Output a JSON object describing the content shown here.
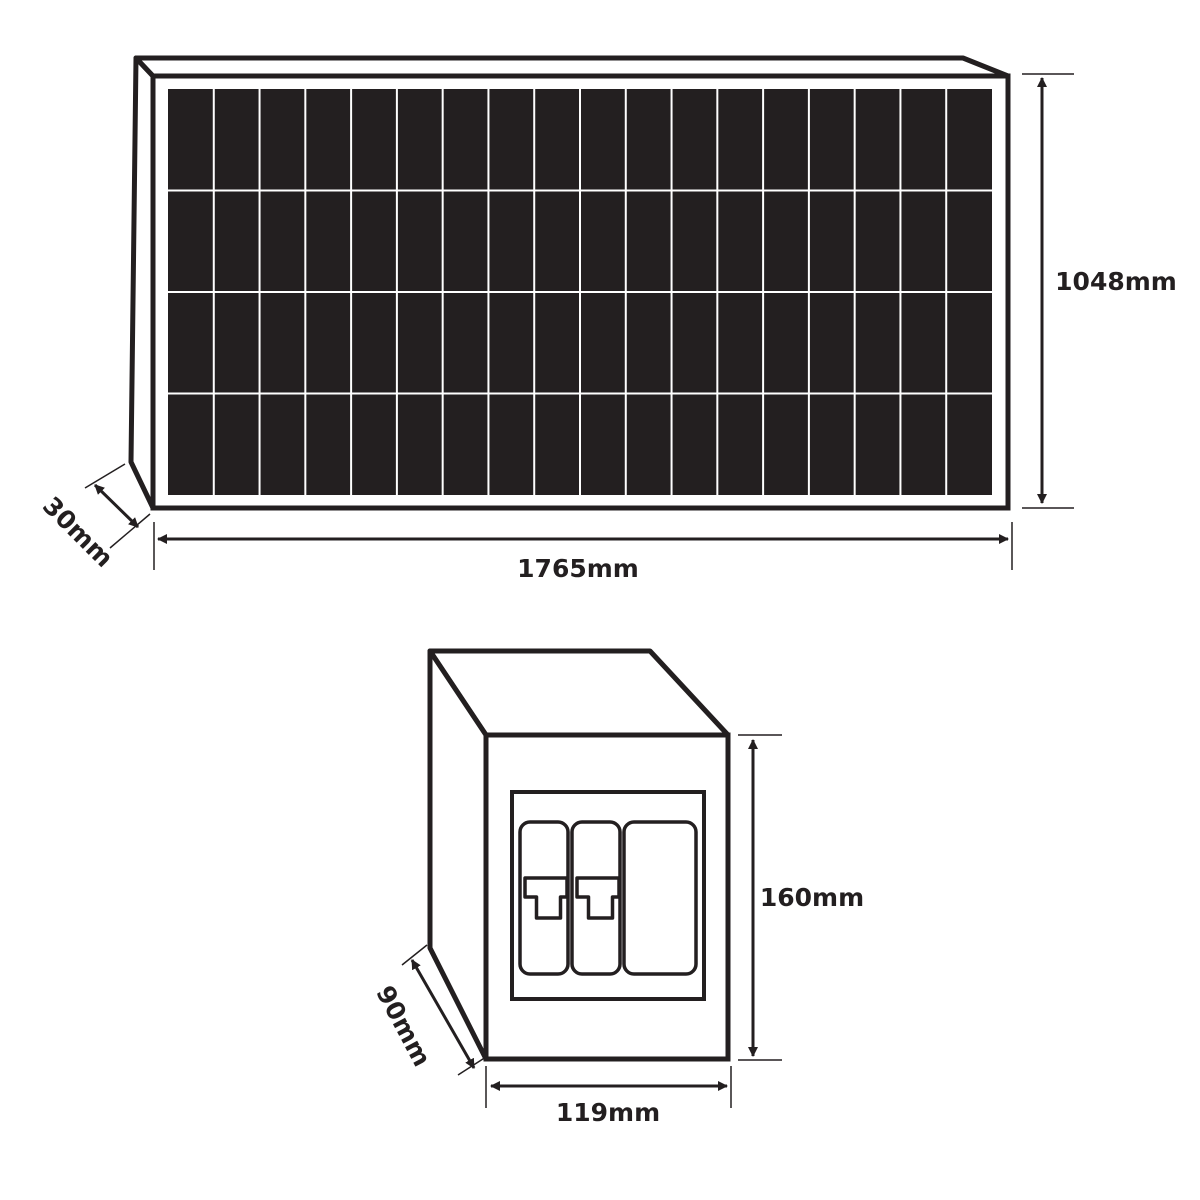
{
  "colors": {
    "ink": "#231f20",
    "cell": "#231f20",
    "grid": "#ffffff",
    "background": "#ffffff"
  },
  "solar_panel": {
    "cell_columns": 18,
    "cell_rows": 4,
    "height_label": "1048mm",
    "width_label": "1765mm",
    "depth_label": "30mm"
  },
  "breaker_box": {
    "breaker_count": 3,
    "height_label": "160mm",
    "width_label": "119mm",
    "depth_label": "90mm"
  }
}
